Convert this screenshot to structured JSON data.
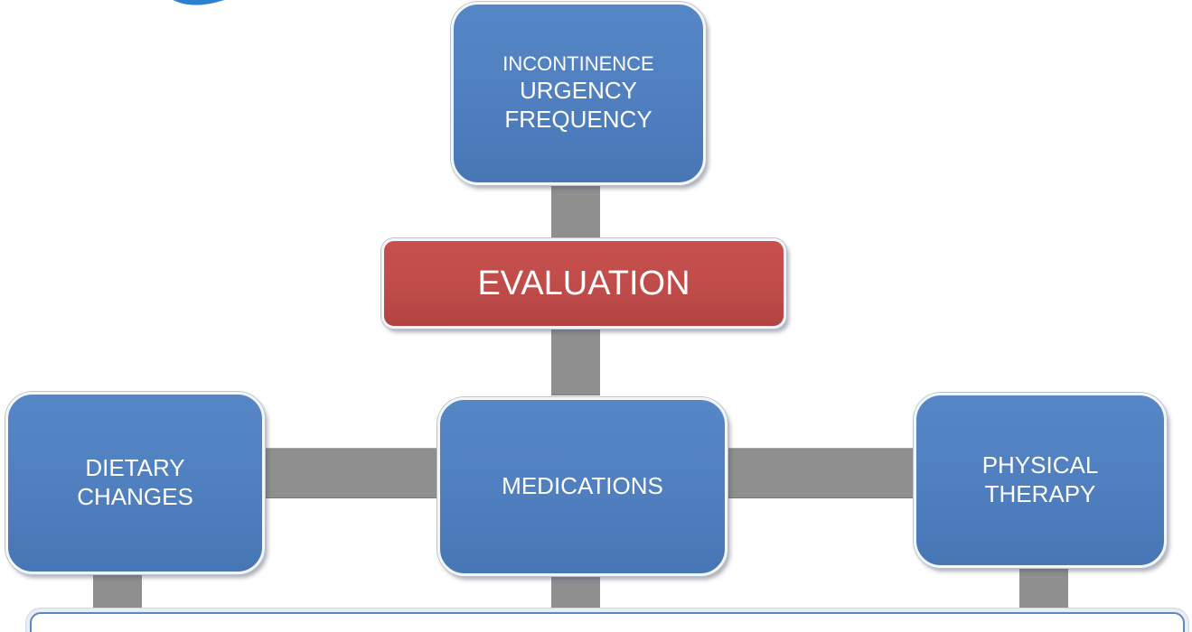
{
  "diagram": {
    "nodes": {
      "symptoms": {
        "lines": [
          "INCONTINENCE",
          "URGENCY",
          "FREQUENCY"
        ]
      },
      "evaluation": {
        "label": "EVALUATION"
      },
      "dietary": {
        "lines": [
          "DIETARY",
          "CHANGES"
        ]
      },
      "medications": {
        "label": "MEDICATIONS"
      },
      "physical_therapy": {
        "lines": [
          "PHYSICAL",
          "THERAPY"
        ]
      }
    },
    "colors": {
      "node_blue": "#4f7fbf",
      "node_red": "#bf4b49",
      "connector_gray": "#8f8f8f",
      "panel_border": "#5b86c0"
    }
  }
}
